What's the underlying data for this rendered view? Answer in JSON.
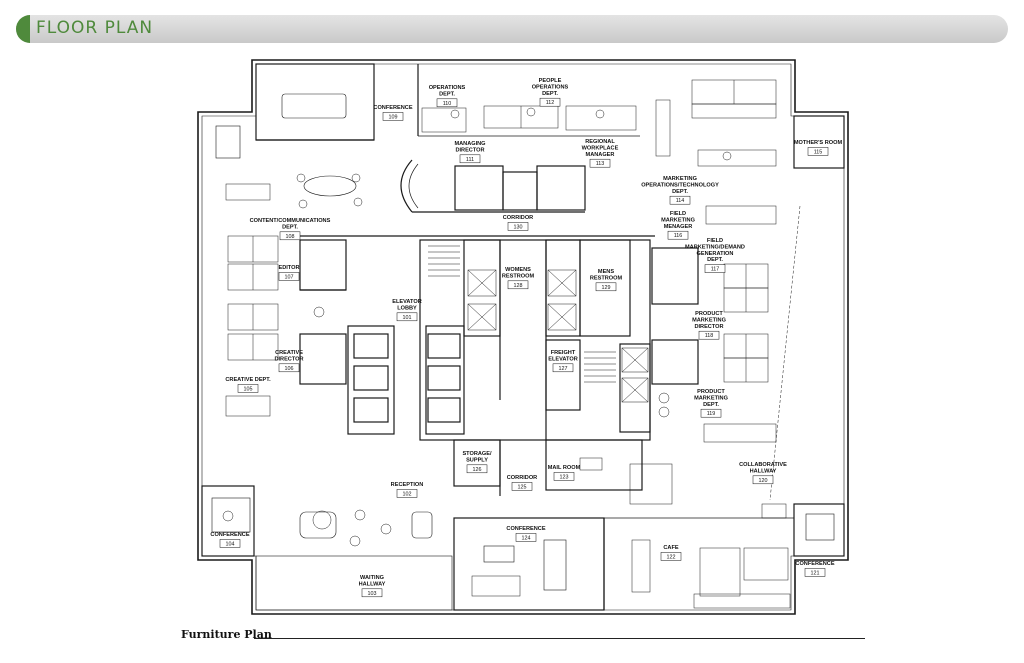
{
  "header": {
    "title": "FLOOR PLAN",
    "accent_color": "#4f8a3c"
  },
  "footer": {
    "caption": "Furniture Plan"
  },
  "rooms": [
    {
      "id": "conference-109",
      "lines": [
        "CONFERENCE"
      ],
      "number": "109"
    },
    {
      "id": "operations-110",
      "lines": [
        "OPERATIONS",
        "DEPT."
      ],
      "number": "110"
    },
    {
      "id": "people-ops-112",
      "lines": [
        "PEOPLE",
        "OPERATIONS",
        "DEPT."
      ],
      "number": "112"
    },
    {
      "id": "managing-director-111",
      "lines": [
        "MANAGING",
        "DIRECTOR"
      ],
      "number": "111"
    },
    {
      "id": "regional-manager-113",
      "lines": [
        "REGIONAL",
        "WORKPLACE",
        "MANAGER"
      ],
      "number": "113"
    },
    {
      "id": "mothers-room-115",
      "lines": [
        "MOTHER'S ROOM"
      ],
      "number": "115"
    },
    {
      "id": "marketing-ops-114",
      "lines": [
        "MARKETING",
        "OPERATIONS/TECHNOLOGY",
        "DEPT."
      ],
      "number": "114"
    },
    {
      "id": "content-comm-108",
      "lines": [
        "CONTENT/COMMUNICATIONS",
        "DEPT."
      ],
      "number": "108"
    },
    {
      "id": "corridor-130",
      "lines": [
        "CORRIDOR"
      ],
      "number": "130"
    },
    {
      "id": "field-mkt-manager-116",
      "lines": [
        "FIELD",
        "MARKETING",
        "MENAGER"
      ],
      "number": "116"
    },
    {
      "id": "field-mkt-demand-117",
      "lines": [
        "FIELD",
        "MARKETING/DEMAND",
        "GENERATION",
        "DEPT."
      ],
      "number": "117"
    },
    {
      "id": "editor-107",
      "lines": [
        "EDITOR"
      ],
      "number": "107"
    },
    {
      "id": "elevator-lobby-101",
      "lines": [
        "ELEVATOR",
        "LOBBY"
      ],
      "number": "101"
    },
    {
      "id": "womens-restroom-128",
      "lines": [
        "WOMENS",
        "RESTROOM"
      ],
      "number": "128"
    },
    {
      "id": "mens-restroom-129",
      "lines": [
        "MENS",
        "RESTROOM"
      ],
      "number": "129"
    },
    {
      "id": "product-mkt-director-118",
      "lines": [
        "PRODUCT",
        "MARKETING",
        "DIRECTOR"
      ],
      "number": "118"
    },
    {
      "id": "creative-director-106",
      "lines": [
        "CREATIVE",
        "DIRECTOR"
      ],
      "number": "106"
    },
    {
      "id": "freight-elevator-127",
      "lines": [
        "FREIGHT",
        "ELEVATOR"
      ],
      "number": "127"
    },
    {
      "id": "creative-dept-105",
      "lines": [
        "CREATIVE DEPT."
      ],
      "number": "105"
    },
    {
      "id": "product-mkt-dept-119",
      "lines": [
        "PRODUCT",
        "MARKETING",
        "DEPT."
      ],
      "number": "119"
    },
    {
      "id": "storage-126",
      "lines": [
        "STORAGE/",
        "SUPPLY"
      ],
      "number": "126"
    },
    {
      "id": "reception-102",
      "lines": [
        "RECEPTION"
      ],
      "number": "102"
    },
    {
      "id": "corridor-125",
      "lines": [
        "CORRIDOR"
      ],
      "number": "125"
    },
    {
      "id": "mail-room-123",
      "lines": [
        "MAIL ROOM"
      ],
      "number": "123"
    },
    {
      "id": "collab-hallway-120",
      "lines": [
        "COLLABORATIVE",
        "HALLWAY"
      ],
      "number": "120"
    },
    {
      "id": "conference-104",
      "lines": [
        "CONFERENCE"
      ],
      "number": "104"
    },
    {
      "id": "conference-124",
      "lines": [
        "CONFERENCE"
      ],
      "number": "124"
    },
    {
      "id": "cafe-122",
      "lines": [
        "CAFE"
      ],
      "number": "122"
    },
    {
      "id": "conference-121",
      "lines": [
        "CONFERENCE"
      ],
      "number": "121"
    },
    {
      "id": "waiting-hallway-103",
      "lines": [
        "WAITING",
        "HALLWAY"
      ],
      "number": "103"
    }
  ]
}
